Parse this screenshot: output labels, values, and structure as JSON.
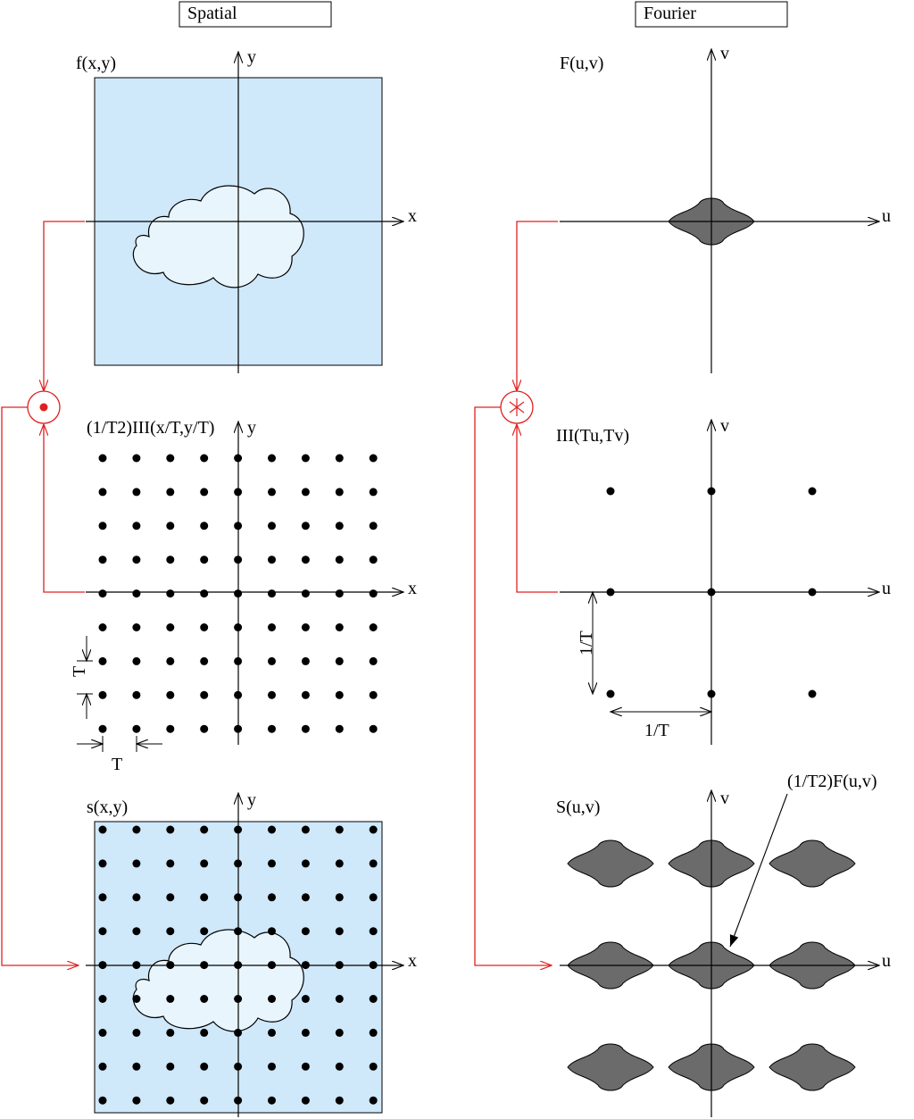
{
  "headers": {
    "spatial": "Spatial",
    "fourier": "Fourier"
  },
  "spatial": {
    "f_label": "f(x,y)",
    "comb_label": "(1/T2)III(x/T,y/T)",
    "s_label": "s(x,y)",
    "axis_x": "x",
    "axis_y": "y",
    "spacing_label": "T"
  },
  "fourier": {
    "F_label": "F(u,v)",
    "comb_label": "III(Tu,Tv)",
    "S_label": "S(u,v)",
    "axis_u": "u",
    "axis_v": "v",
    "spacing_label": "1/T",
    "annotation": "(1/T2)F(u,v)"
  },
  "operators": {
    "multiply": "product-operator",
    "convolve": "convolution-operator"
  },
  "colors": {
    "spatial_fill": "#cfe8fa",
    "cloud_fill": "#e8f5fd",
    "blob_fill": "#6b6b6b",
    "arrow_red": "#e02020"
  }
}
